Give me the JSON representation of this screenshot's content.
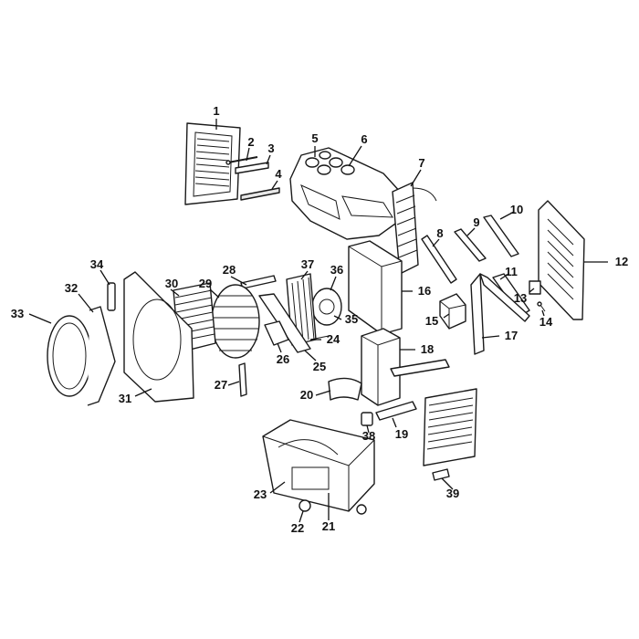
{
  "diagram": {
    "callouts": [
      {
        "id": "c1",
        "text": "1"
      },
      {
        "id": "c2",
        "text": "2"
      },
      {
        "id": "c3",
        "text": "3"
      },
      {
        "id": "c4",
        "text": "4"
      },
      {
        "id": "c5",
        "text": "5"
      },
      {
        "id": "c6",
        "text": "6"
      },
      {
        "id": "c7",
        "text": "7"
      },
      {
        "id": "c8",
        "text": "8"
      },
      {
        "id": "c9",
        "text": "9"
      },
      {
        "id": "c10",
        "text": "10"
      },
      {
        "id": "c11",
        "text": "11"
      },
      {
        "id": "c12",
        "text": "12"
      },
      {
        "id": "c13",
        "text": "13"
      },
      {
        "id": "c14",
        "text": "14"
      },
      {
        "id": "c15",
        "text": "15"
      },
      {
        "id": "c16",
        "text": "16"
      },
      {
        "id": "c17",
        "text": "17"
      },
      {
        "id": "c18",
        "text": "18"
      },
      {
        "id": "c19",
        "text": "19"
      },
      {
        "id": "c20",
        "text": "20"
      },
      {
        "id": "c21",
        "text": "21"
      },
      {
        "id": "c22",
        "text": "22"
      },
      {
        "id": "c23",
        "text": "23"
      },
      {
        "id": "c24",
        "text": "24"
      },
      {
        "id": "c25",
        "text": "25"
      },
      {
        "id": "c26",
        "text": "26"
      },
      {
        "id": "c27",
        "text": "27"
      },
      {
        "id": "c28",
        "text": "28"
      },
      {
        "id": "c29",
        "text": "29"
      },
      {
        "id": "c30",
        "text": "30"
      },
      {
        "id": "c31",
        "text": "31"
      },
      {
        "id": "c32",
        "text": "32"
      },
      {
        "id": "c33",
        "text": "33"
      },
      {
        "id": "c34",
        "text": "34"
      },
      {
        "id": "c35",
        "text": "35"
      },
      {
        "id": "c36",
        "text": "36"
      },
      {
        "id": "c37",
        "text": "37"
      },
      {
        "id": "c38",
        "text": "38"
      },
      {
        "id": "c39",
        "text": "39"
      }
    ]
  }
}
